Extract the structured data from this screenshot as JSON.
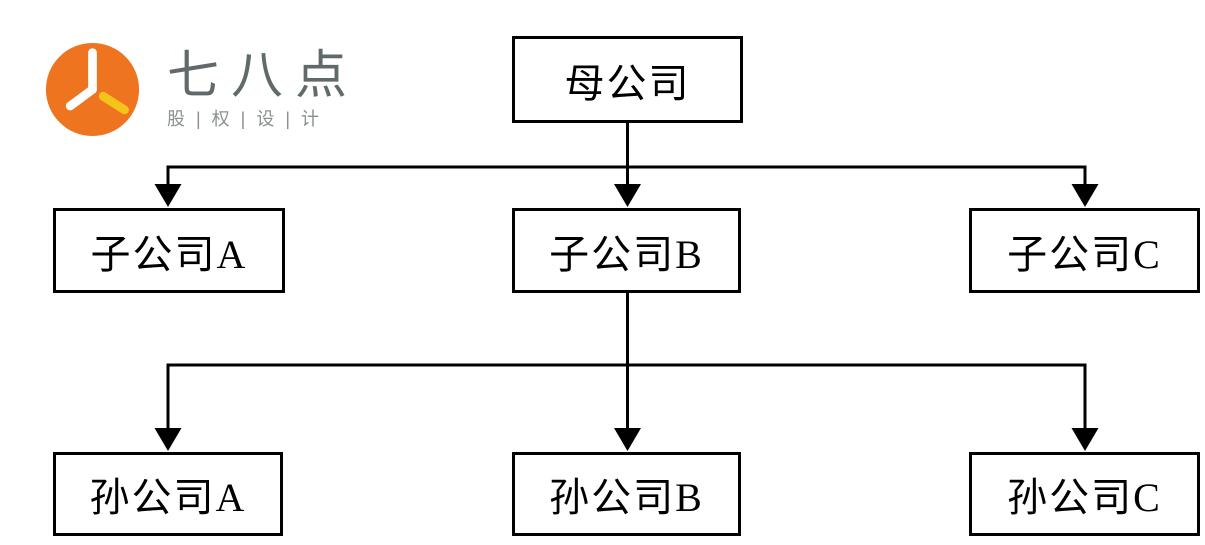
{
  "logo": {
    "brand_name": "七八点",
    "tagline": "股 | 权 | 设 | 计",
    "colors": {
      "circle": "#EE7420",
      "hand_accent": "#F5C41B",
      "hand_main": "#FFFFFF",
      "brand_text": "#606A6A"
    }
  },
  "org_chart": {
    "title": "",
    "nodes": {
      "parent": {
        "label": "母公司",
        "level": 1
      },
      "sub_a": {
        "label": "子公司A",
        "level": 2
      },
      "sub_b": {
        "label": "子公司B",
        "level": 2
      },
      "sub_c": {
        "label": "子公司C",
        "level": 2
      },
      "grand_a": {
        "label": "孙公司A",
        "level": 3
      },
      "grand_b": {
        "label": "孙公司B",
        "level": 3
      },
      "grand_c": {
        "label": "孙公司C",
        "level": 3
      }
    },
    "edges": [
      {
        "from": "parent",
        "to": "sub_a"
      },
      {
        "from": "parent",
        "to": "sub_b"
      },
      {
        "from": "parent",
        "to": "sub_c"
      },
      {
        "from": "sub_b",
        "to": "grand_a"
      },
      {
        "from": "sub_b",
        "to": "grand_b"
      },
      {
        "from": "sub_b",
        "to": "grand_c"
      }
    ],
    "line_color": "#000000"
  }
}
